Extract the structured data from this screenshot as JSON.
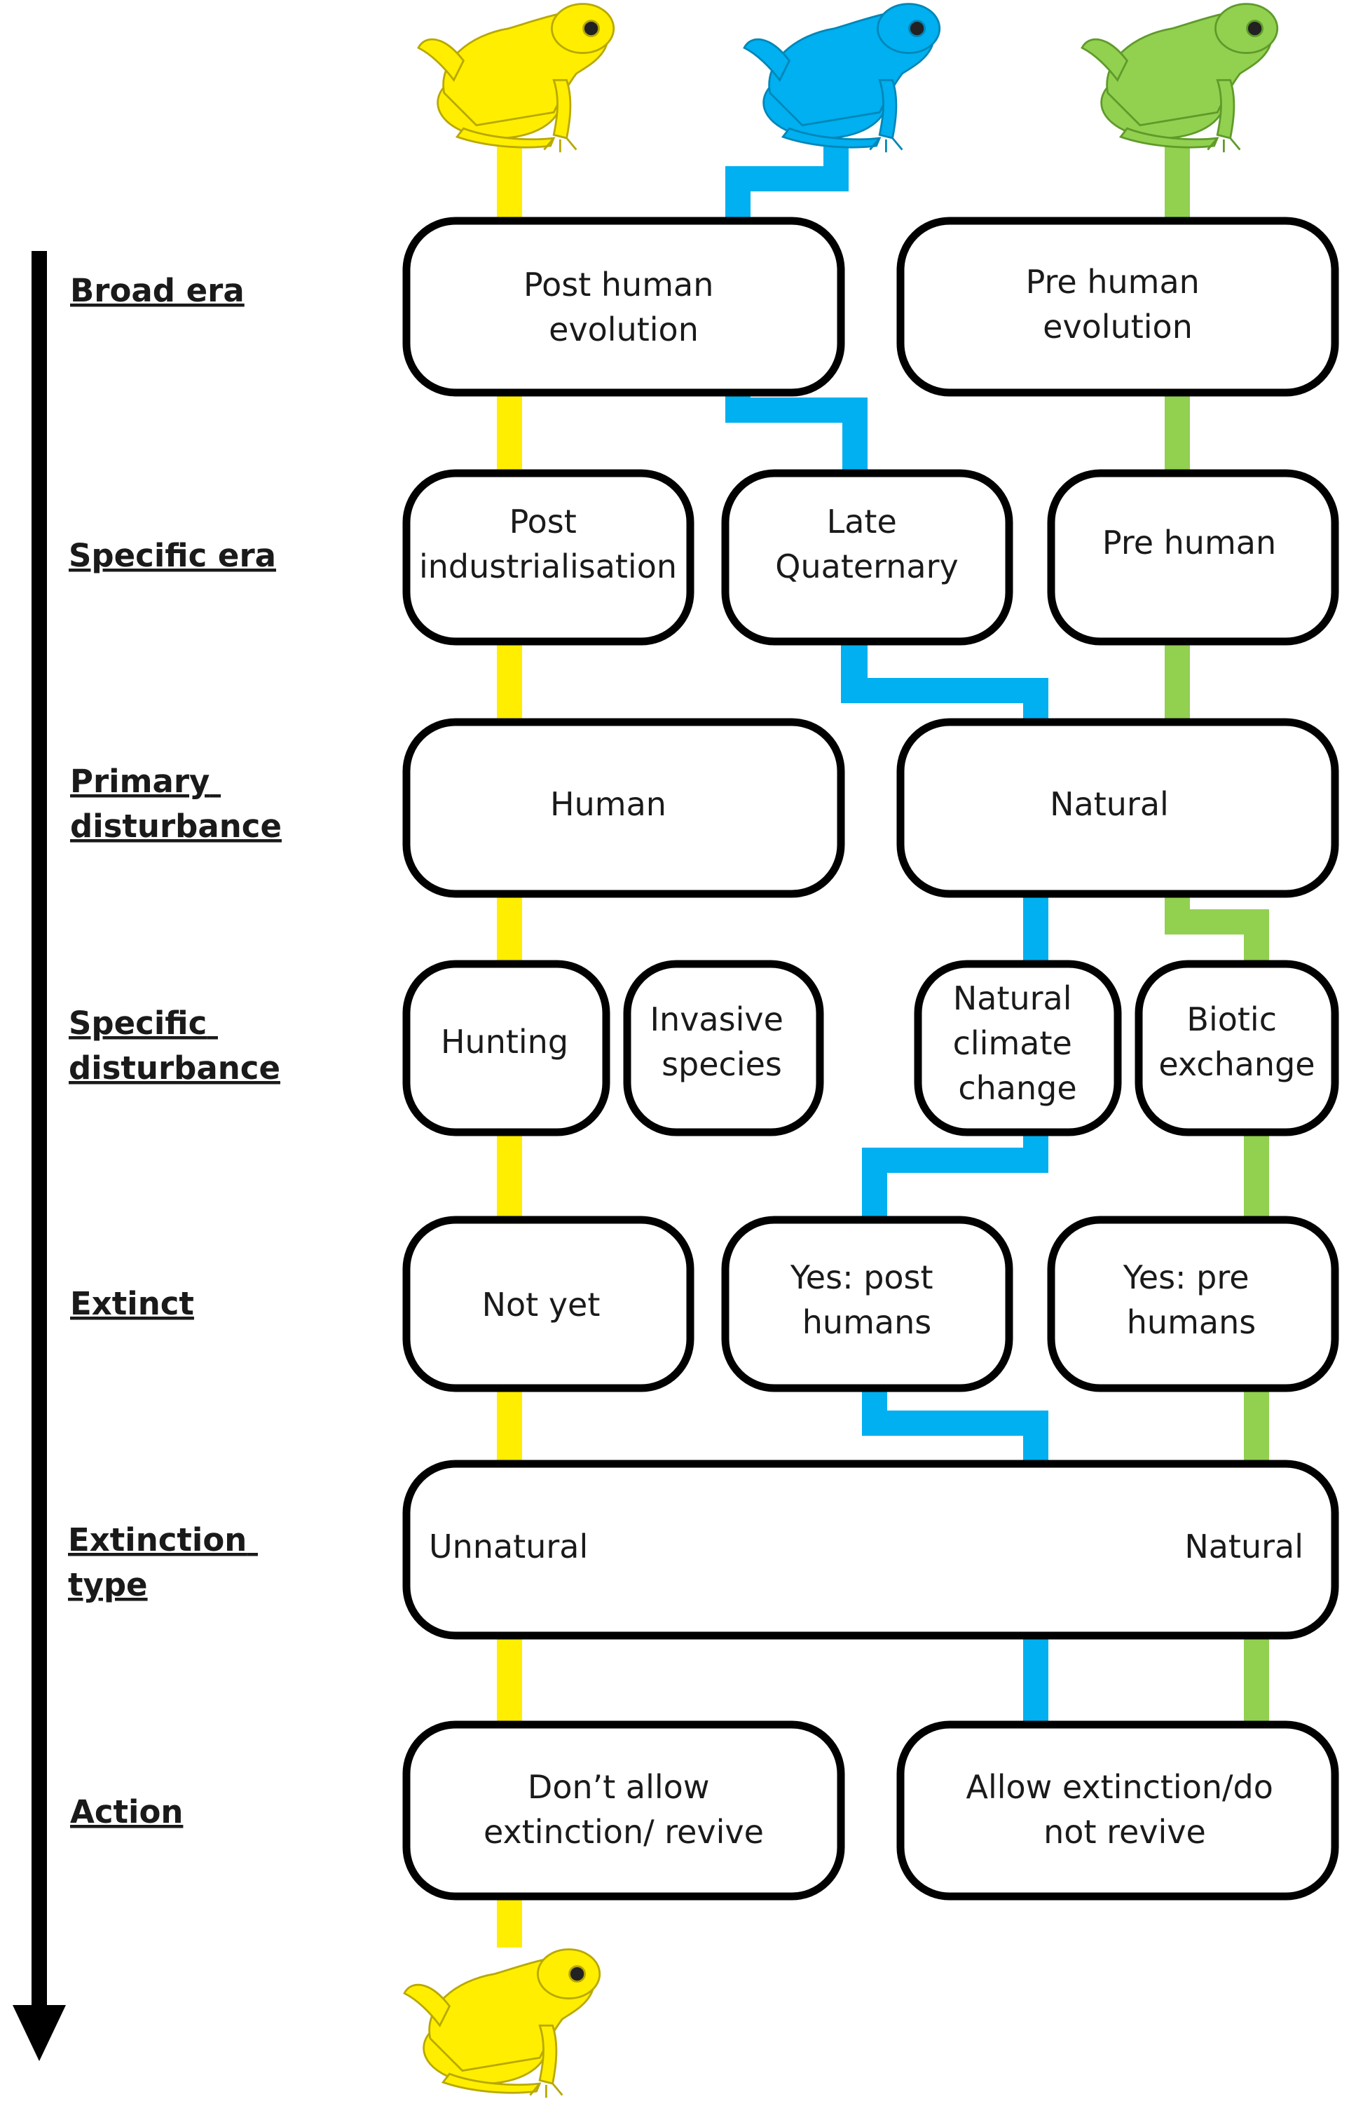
{
  "colors": {
    "yellow": "#ffee00",
    "blue": "#00b0f0",
    "green": "#92d050",
    "frog_yellow_outline": "#b8a800",
    "frog_blue_outline": "#0086b8",
    "frog_green_outline": "#5f9a2a",
    "box_border": "#000000",
    "arrow": "#000000"
  },
  "icons": [
    "frog-icon-yellow",
    "frog-icon-blue",
    "frog-icon-green",
    "frog-icon-yellow-bottom"
  ],
  "row_labels": [
    [
      "Broad era"
    ],
    [
      "Specific era"
    ],
    [
      "Primary",
      "disturbance"
    ],
    [
      "Specific",
      "disturbance"
    ],
    [
      "Extinct"
    ],
    [
      "Extinction",
      "type"
    ],
    [
      "Action"
    ]
  ],
  "boxes": {
    "post_human_evolution": [
      "Post human",
      "evolution"
    ],
    "pre_human_evolution": [
      "Pre human",
      "evolution"
    ],
    "post_industrialisation": [
      "Post",
      "industrialisation"
    ],
    "late_quaternary": [
      "Late",
      "Quaternary"
    ],
    "pre_human": [
      "Pre human"
    ],
    "human": [
      "Human"
    ],
    "natural": [
      "Natural"
    ],
    "hunting": [
      "Hunting"
    ],
    "invasive_species": [
      "Invasive",
      "species"
    ],
    "natural_climate_change": [
      "Natural",
      "climate",
      "change"
    ],
    "biotic_exchange": [
      "Biotic",
      "exchange"
    ],
    "not_yet": [
      "Not yet"
    ],
    "yes_post_humans": [
      "Yes: post",
      "humans"
    ],
    "yes_pre_humans": [
      "Yes: pre",
      "humans"
    ],
    "extinction_type_unnatural": [
      "Unnatural"
    ],
    "extinction_type_natural": [
      "Natural"
    ],
    "dont_allow": [
      "Don’t allow",
      "extinction/ revive"
    ],
    "allow": [
      "Allow extinction/do",
      "not revive"
    ]
  }
}
